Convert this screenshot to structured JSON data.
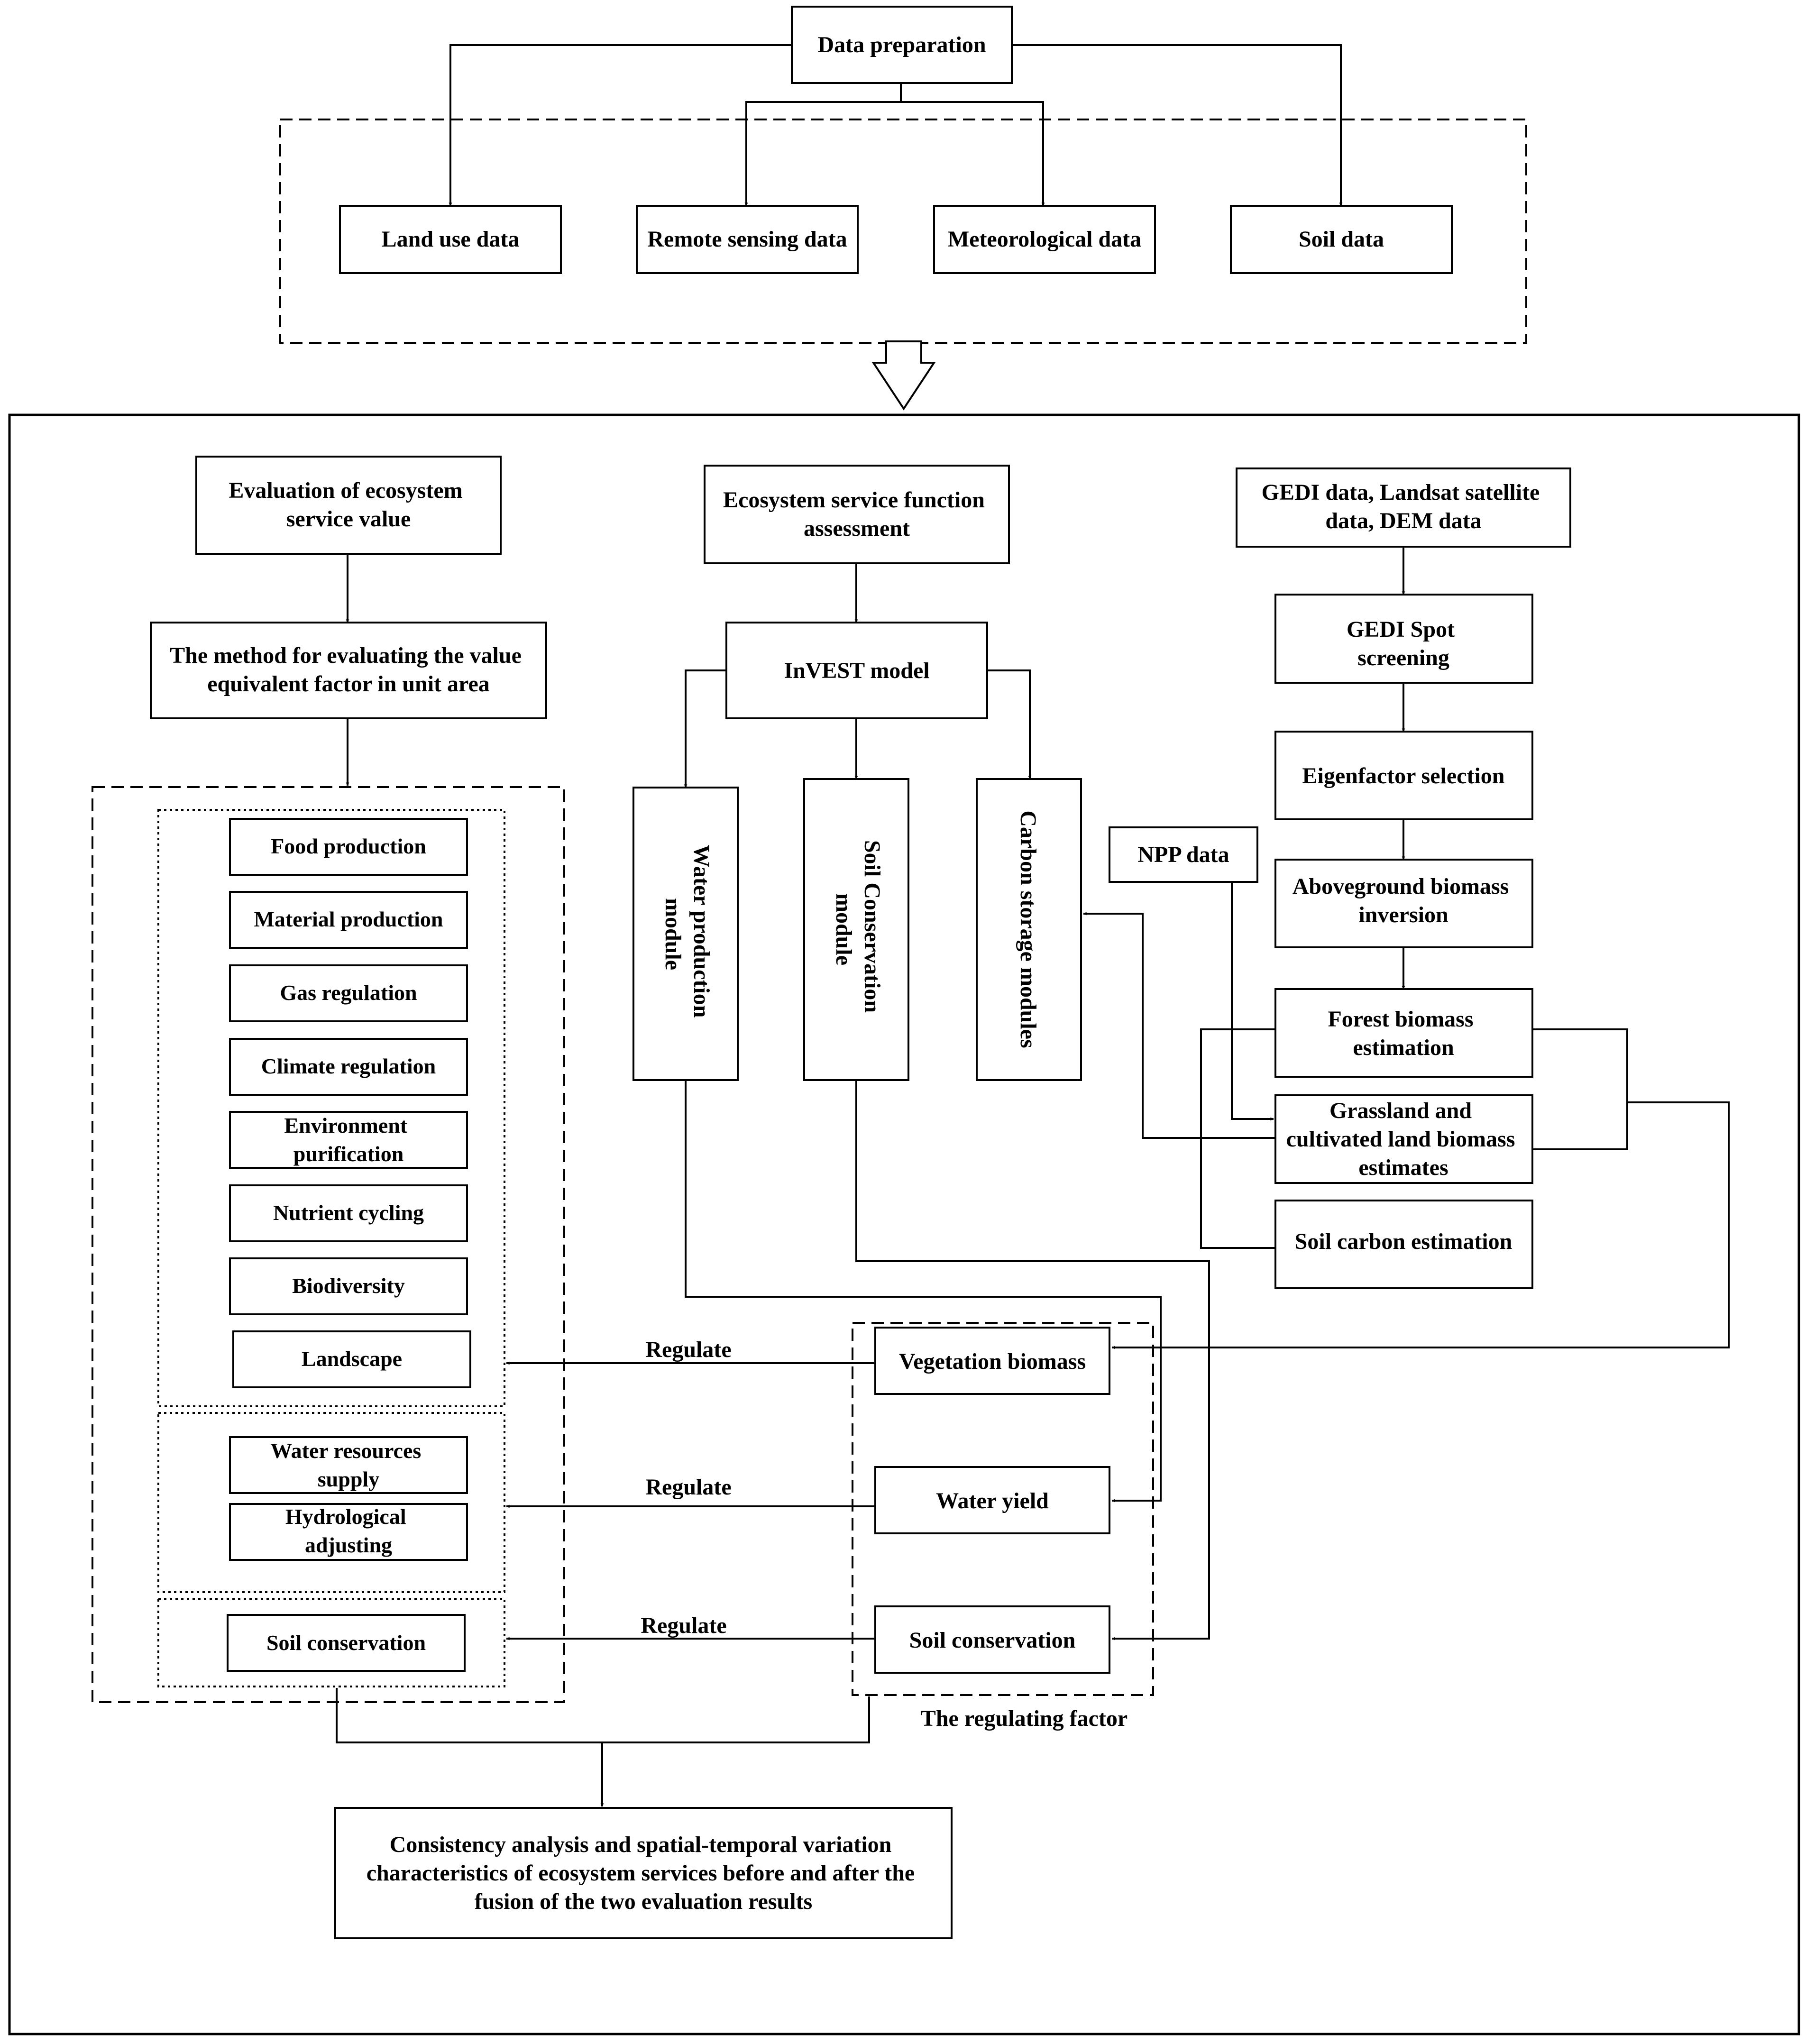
{
  "nodes": {
    "data_preparation": "Data preparation",
    "land_use_data": "Land use data",
    "remote_sensing_data": "Remote sensing data",
    "meteorological_data": "Meteorological data",
    "soil_data": "Soil data",
    "evaluation_esv": [
      "Evaluation of ecosystem",
      "service value"
    ],
    "equivalent_factor_method": [
      "The method for evaluating the value",
      "equivalent factor in unit area"
    ],
    "food_production": "Food production",
    "material_production": "Material production",
    "gas_regulation": "Gas regulation",
    "climate_regulation": "Climate regulation",
    "environment_purification": [
      "Environment",
      "purification"
    ],
    "nutrient_cycling": "Nutrient cycling",
    "biodiversity": "Biodiversity",
    "landscape": "Landscape",
    "water_resources_supply": [
      "Water resources",
      "supply"
    ],
    "hydrological_adjusting": [
      "Hydrological",
      "adjusting"
    ],
    "soil_conservation_esv": "Soil conservation",
    "es_function_assessment": [
      "Ecosystem service function",
      "assessment"
    ],
    "invest_model": "InVEST model",
    "water_production_module": [
      "Water production",
      "module"
    ],
    "soil_conservation_module": [
      "Soil Conservation",
      "module"
    ],
    "carbon_storage_modules": "Carbon storage modules",
    "gedi_data": [
      "GEDI data, Landsat satellite",
      "data, DEM data"
    ],
    "gedi_spot_screening": [
      "GEDI Spot",
      "screening"
    ],
    "eigenfactor_selection": "Eigenfactor selection",
    "npp_data": "NPP data",
    "agb_inversion": [
      "Aboveground biomass",
      "inversion"
    ],
    "forest_biomass_estimation": [
      "Forest biomass",
      "estimation"
    ],
    "grassland_biomass_estimates": [
      "Grassland and",
      "cultivated land biomass",
      "estimates"
    ],
    "soil_carbon_estimation": "Soil carbon estimation",
    "vegetation_biomass": "Vegetation biomass",
    "water_yield": "Water yield",
    "soil_conservation_rf": "Soil conservation",
    "regulating_factor_label": "The  regulating factor",
    "consistency_analysis": [
      "Consistency analysis and spatial-temporal variation",
      "characteristics of ecosystem services before and after the",
      "fusion of the two evaluation results"
    ]
  },
  "edge_labels": {
    "regulate_1": "Regulate",
    "regulate_2": "Regulate",
    "regulate_3": "Regulate"
  }
}
